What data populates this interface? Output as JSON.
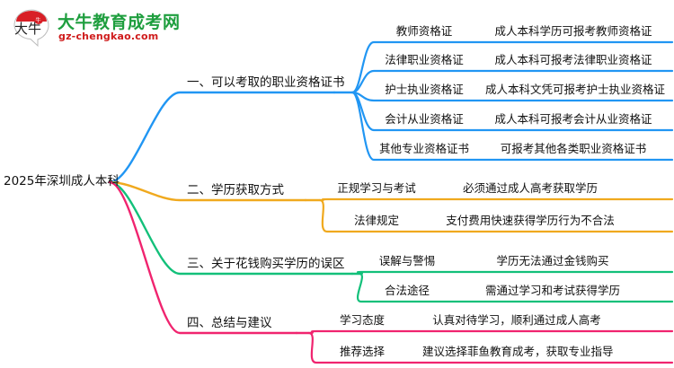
{
  "logo": {
    "name_cn": "大牛教育成考网",
    "url": "gz-chengkao.com",
    "mark_text": "大牛",
    "color_green": "#1e9e3e",
    "color_red": "#cf1b1b"
  },
  "mindmap": {
    "root": "2025年深圳成人本科",
    "branches": [
      {
        "label": "一、可以考取的职业资格证书",
        "color": "#2196f3",
        "items": [
          {
            "key": "教师资格证",
            "desc": "成人本科学历可报考教师资格证"
          },
          {
            "key": "法律职业资格证",
            "desc": "成人本科可报考法律职业资格证"
          },
          {
            "key": "护士执业资格证",
            "desc": "成人本科文凭可报考护士执业资格证"
          },
          {
            "key": "会计从业资格证",
            "desc": "成人本科可报考会计从业资格证"
          },
          {
            "key": "其他专业资格证书",
            "desc": "可报考其他各类职业资格证书"
          }
        ]
      },
      {
        "label": "二、学历获取方式",
        "color": "#f0a91e",
        "items": [
          {
            "key": "正规学习与考试",
            "desc": "必须通过成人高考获取学历"
          },
          {
            "key": "法律规定",
            "desc": "支付费用快速获得学历行为不合法"
          }
        ]
      },
      {
        "label": "三、关于花钱购买学历的误区",
        "color": "#13c07a",
        "items": [
          {
            "key": "误解与警惕",
            "desc": "学历无法通过金钱购买"
          },
          {
            "key": "合法途径",
            "desc": "需通过学习和考试获得学历"
          }
        ]
      },
      {
        "label": "四、总结与建议",
        "color": "#f0246f",
        "items": [
          {
            "key": "学习态度",
            "desc": "认真对待学习，顺利通过成人高考"
          },
          {
            "key": "推荐选择",
            "desc": "建议选择菲鱼教育成考，获取专业指导"
          }
        ]
      }
    ]
  }
}
